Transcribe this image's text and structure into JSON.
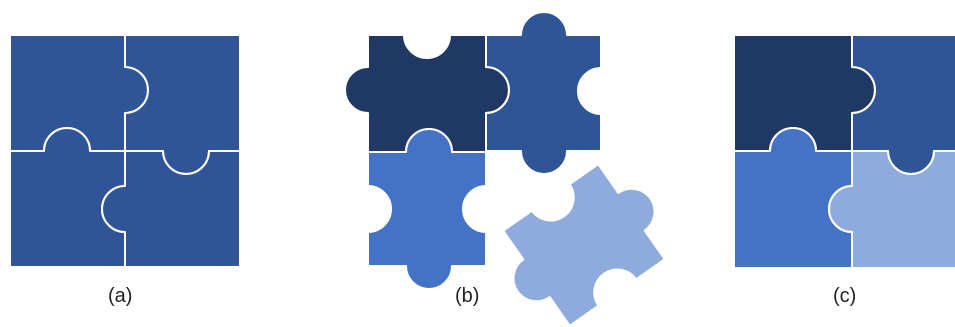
{
  "figure": {
    "panels": [
      {
        "id": "a",
        "caption": "(a)",
        "piece_colors": [
          "#2f5597",
          "#2f5597",
          "#2f5597",
          "#2f5597"
        ]
      },
      {
        "id": "b",
        "caption": "(b)",
        "piece_colors": [
          "#203864",
          "#2f5597",
          "#4472c4",
          "#8faadc"
        ]
      },
      {
        "id": "c",
        "caption": "(c)",
        "piece_colors": [
          "#203864",
          "#2f5597",
          "#4472c4",
          "#8faadc"
        ]
      }
    ],
    "colors": {
      "background": "#ffffff",
      "seam": "#ffffff",
      "caption_text": "#222222"
    }
  }
}
